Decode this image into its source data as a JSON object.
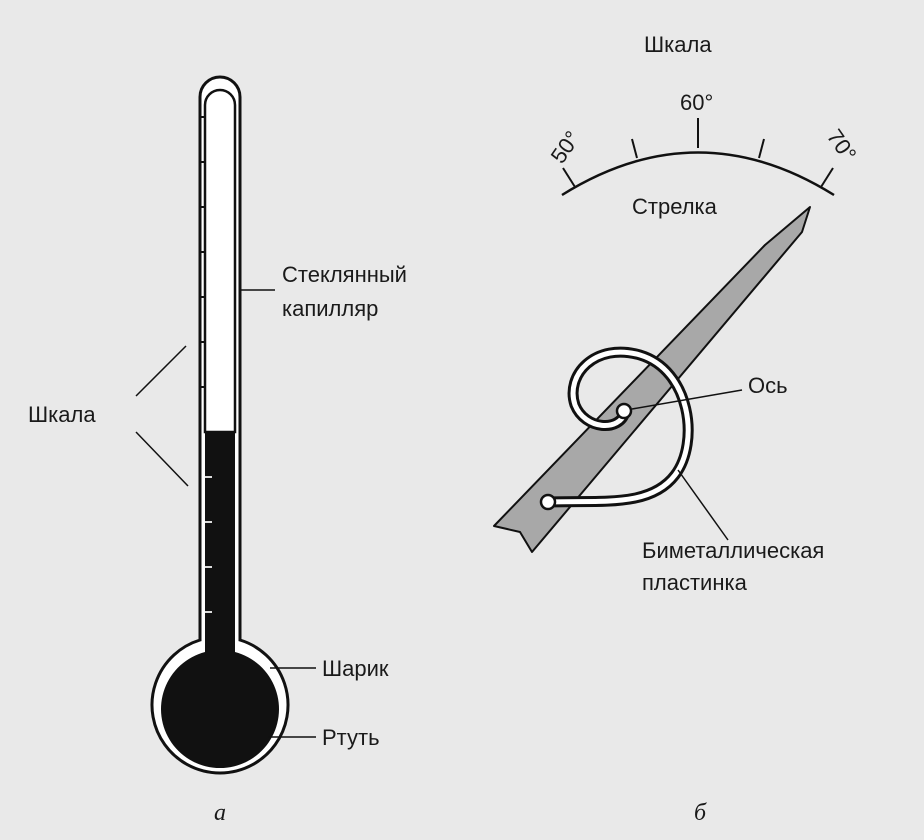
{
  "thermometer_a": {
    "caption": "а",
    "capillary_label_line1": "Стеклянный",
    "capillary_label_line2": "капилляр",
    "scale_label": "Шкала",
    "bulb_label": "Шарик",
    "mercury_label": "Ртуть"
  },
  "thermometer_b": {
    "caption": "б",
    "scale_label": "Шкала",
    "tick_50": "50°",
    "tick_60": "60°",
    "tick_70": "70°",
    "pointer_label": "Стрелка",
    "axis_label": "Ось",
    "bimetal_label_line1": "Биметаллическая",
    "bimetal_label_line2": "пластинка"
  },
  "colors": {
    "background": "#e9e9e9",
    "stroke": "#111111",
    "mercury": "#111111",
    "pointer": "#a8a8a8"
  }
}
